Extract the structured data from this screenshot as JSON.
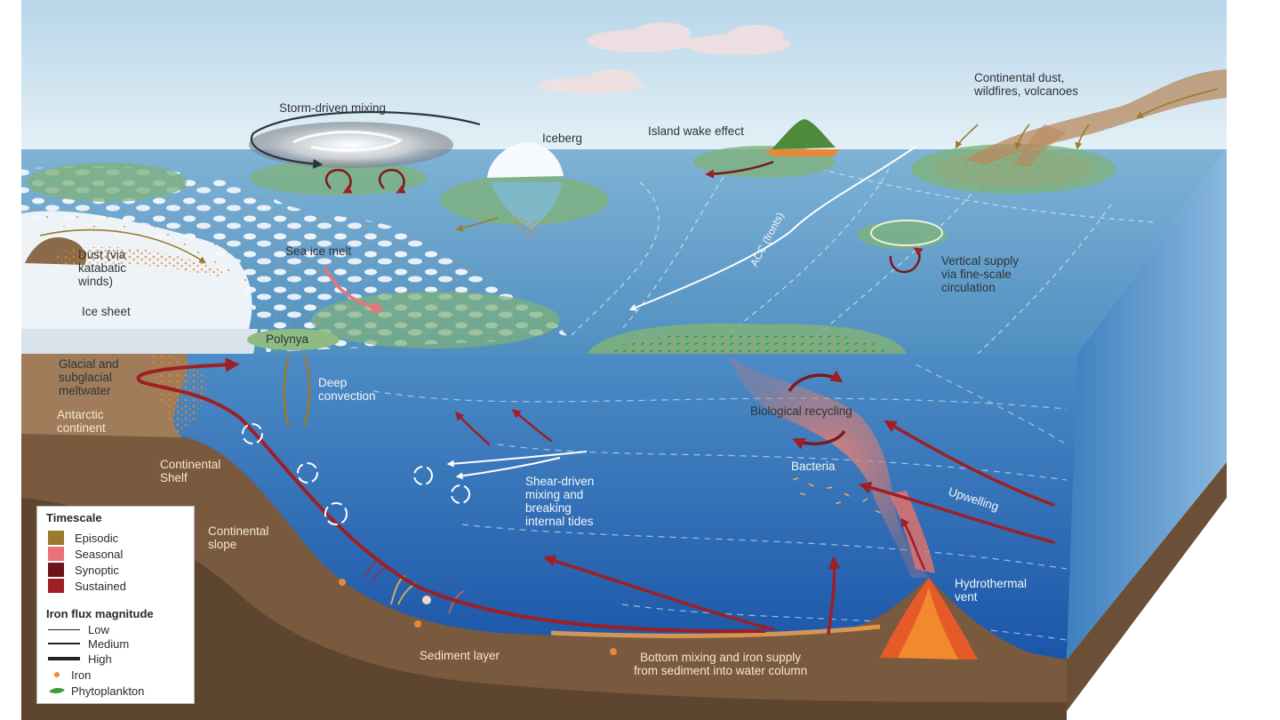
{
  "labels": {
    "storm": "Storm-driven mixing",
    "iceberg": "Iceberg",
    "island": "Island wake effect",
    "continental_dust": "Continental dust,\nwildfires, volcanoes",
    "dust": "Dust (via\nkatabatic\nwinds)",
    "sea_ice_melt": "Sea ice melt",
    "ice_sheet": "Ice sheet",
    "acc": "ACC (fronts)",
    "vertical_supply": "Vertical supply\nvia fine-scale\ncirculation",
    "polynya": "Polynya",
    "glacial": "Glacial and\nsubglacial\nmeltwater",
    "deep_convection": "Deep\nconvection",
    "antarctic": "Antarctic\ncontinent",
    "bio_recycling": "Biological recycling",
    "shelf": "Continental\nShelf",
    "bacteria": "Bacteria",
    "shear": "Shear-driven\nmixing and\nbreaking\ninternal tides",
    "upwelling": "Upwelling",
    "slope": "Continental\nslope",
    "hydrothermal": "Hydrothermal\nvent",
    "sediment": "Sediment layer",
    "bottom_mixing": "Bottom mixing and iron supply\nfrom sediment into water column"
  },
  "legend": {
    "timescale_title": "Timescale",
    "timescales": [
      {
        "label": "Episodic",
        "color": "#9a7a2e"
      },
      {
        "label": "Seasonal",
        "color": "#e8737a"
      },
      {
        "label": "Synoptic",
        "color": "#6e1318"
      },
      {
        "label": "Sustained",
        "color": "#9e1f24"
      }
    ],
    "flux_title": "Iron flux magnitude",
    "flux": [
      {
        "label": "Low"
      },
      {
        "label": "Medium"
      },
      {
        "label": "High"
      }
    ],
    "iron_label": "Iron",
    "phyto_label": "Phytoplankton"
  },
  "colors": {
    "sky": "#cfe4f0",
    "sea_surface": "#5a97c4",
    "deep_water": "#1f62b0",
    "seafloor": "#7a5a3e",
    "phytoplankton": "#7fb27a",
    "iron": "#f08a2c",
    "sustained_arrow": "#9e1f24"
  }
}
